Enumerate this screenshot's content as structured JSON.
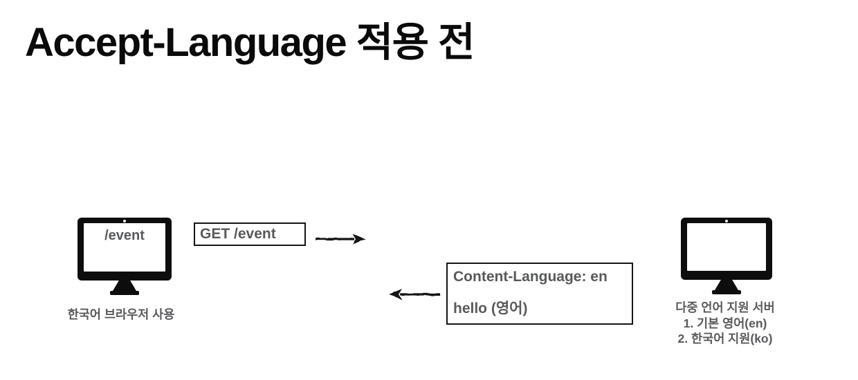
{
  "title": "Accept-Language 적용 전",
  "diagram": {
    "client": {
      "screen_label": "/event",
      "caption": "한국어 브라우저 사용",
      "icon": "desktop-monitor"
    },
    "server": {
      "caption_lines": [
        "다중 언어 지원 서버",
        "1. 기본 영어(en)",
        "2. 한국어 지원(ko)"
      ],
      "icon": "desktop-monitor"
    },
    "request": {
      "label": "GET /event",
      "arrow_direction": "right"
    },
    "response": {
      "lines": [
        "Content-Language: en",
        "hello (영어)"
      ],
      "arrow_direction": "left"
    }
  },
  "colors": {
    "background": "#ffffff",
    "title_text": "#0a0a0a",
    "gray_text": "#58595b",
    "ink": "#141414"
  }
}
